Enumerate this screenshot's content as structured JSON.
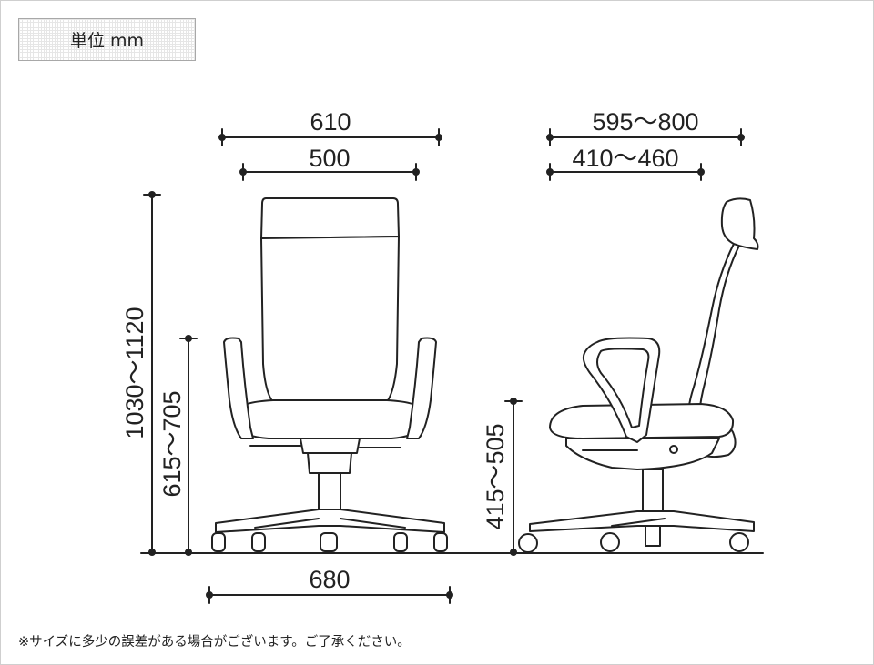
{
  "unit_label": "単位 mm",
  "dimensions": {
    "front_overall_width": "610",
    "front_seat_width": "500",
    "base_width": "680",
    "total_height": "1030〜1120",
    "armrest_height": "615〜705",
    "side_overall_depth": "595〜800",
    "side_seat_depth": "410〜460",
    "seat_height": "415〜505"
  },
  "note": "※サイズに多少の誤差がある場合がございます。ご了承ください。",
  "colors": {
    "line": "#222222",
    "fill": "#ffffff",
    "grid": "#e6e6e6"
  }
}
